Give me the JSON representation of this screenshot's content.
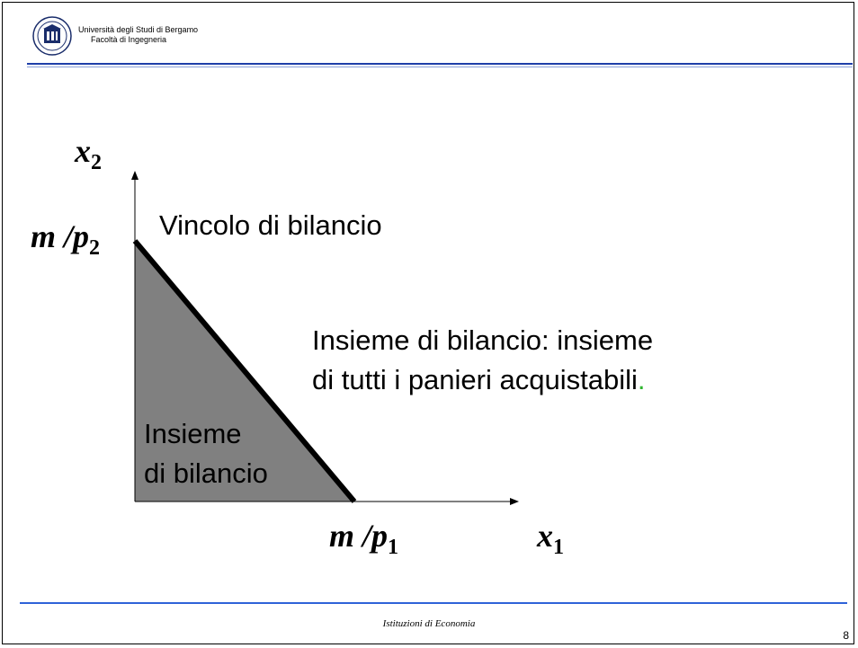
{
  "header": {
    "university": "Università degli Studi di Bergamo",
    "faculty": "Facoltà di Ingegneria"
  },
  "labels": {
    "x2_var": "x",
    "x2_sub": "2",
    "m_p2_main": "m /p",
    "m_p2_sub": "2",
    "m_p1_main": "m /p",
    "m_p1_sub": "1",
    "x1_var": "x",
    "x1_sub": "1"
  },
  "annotations": {
    "vincolo": "Vincolo di bilancio",
    "insieme_def_line1": "Insieme di bilancio: insieme",
    "insieme_def_line2": "di tutti i panieri acquistabili",
    "insieme_def_period": ".",
    "region_line1": "Insieme",
    "region_line2": "di bilancio"
  },
  "footer": {
    "course": "Istituzioni di Economia",
    "page": "8"
  },
  "colors": {
    "region_fill": "#808080",
    "rule_blue": "#1f3fa8",
    "period_green": "#2fb52f"
  }
}
